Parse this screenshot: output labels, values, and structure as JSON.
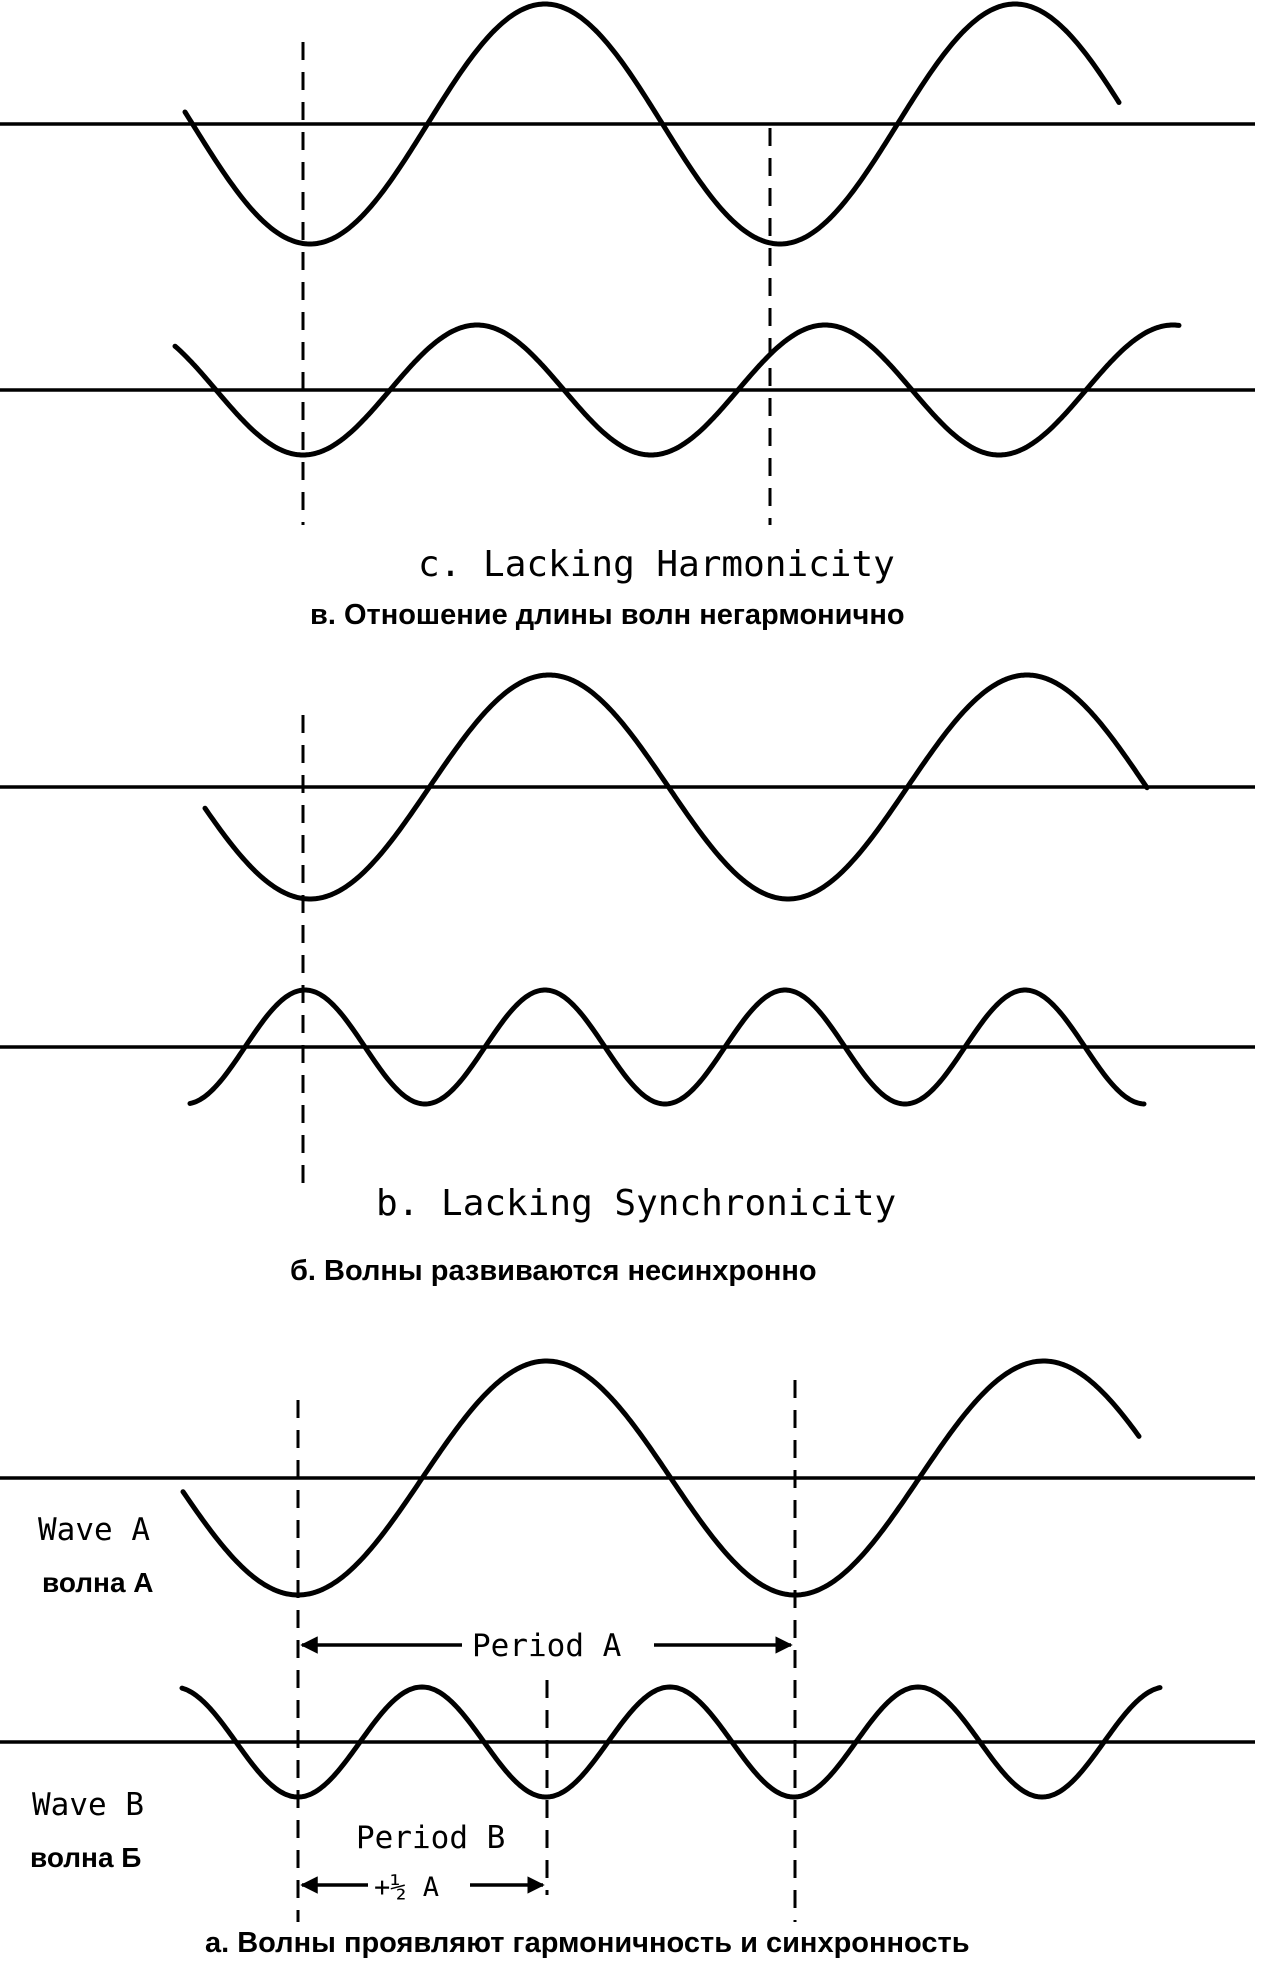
{
  "panels": {
    "c": {
      "caption_en": "c. Lacking Harmonicity",
      "caption_ru": "в. Отношение длины волн негармонично"
    },
    "b": {
      "caption_en": "b. Lacking Synchronicity",
      "caption_ru": "б. Волны развиваются несинхронно"
    },
    "a": {
      "caption_ru": "а. Волны проявляют гармоничность и синхронность",
      "wave_a_label_en": "Wave A",
      "wave_a_label_ru": "волна А",
      "wave_b_label_en": "Wave B",
      "wave_b_label_ru": "волна Б",
      "period_a_label": "Period A",
      "period_b_label": "Period B",
      "period_b_sub": "+½ A"
    }
  }
}
